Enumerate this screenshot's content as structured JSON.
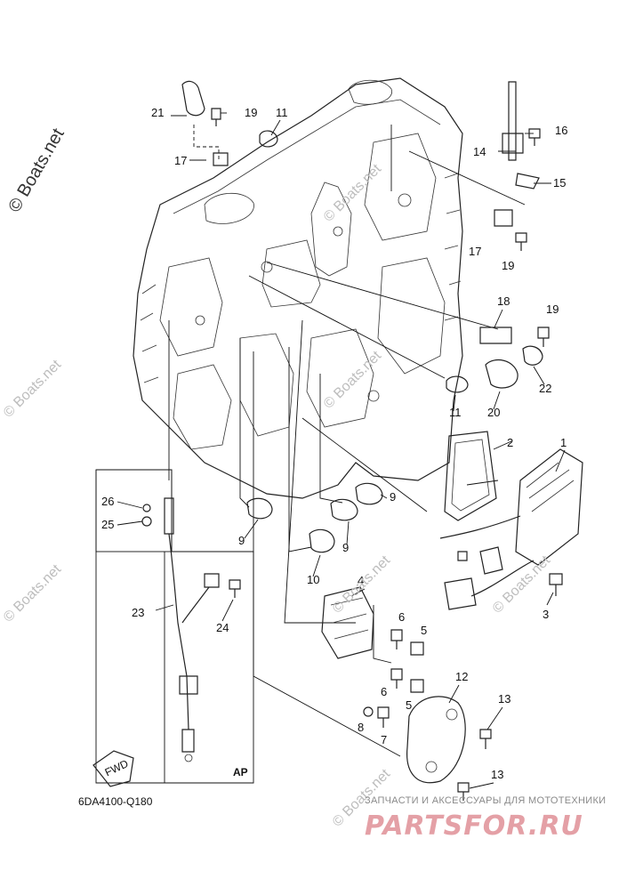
{
  "diagram_code": "6DA4100-Q180",
  "fwd_label": "FWD",
  "inset_label": "AP",
  "watermark_main": "© Boats.net",
  "watermark_repeat": "© Boats.net",
  "shop_line": "ЗАПЧАСТИ И АКСЕССУАРЫ ДЛЯ МОТОТЕХНИКИ",
  "shop_logo": "PARTSFOR.RU",
  "callouts": [
    "1",
    "2",
    "3",
    "4",
    "5",
    "5",
    "6",
    "6",
    "7",
    "8",
    "9",
    "9",
    "9",
    "10",
    "11",
    "11",
    "12",
    "13",
    "13",
    "14",
    "15",
    "16",
    "17",
    "17",
    "18",
    "19",
    "19",
    "19",
    "20",
    "21",
    "22",
    "23",
    "24",
    "25",
    "26"
  ],
  "colors": {
    "ink": "#111111",
    "watermark": "#bdbdbd",
    "logo": "#e4a0a6"
  }
}
